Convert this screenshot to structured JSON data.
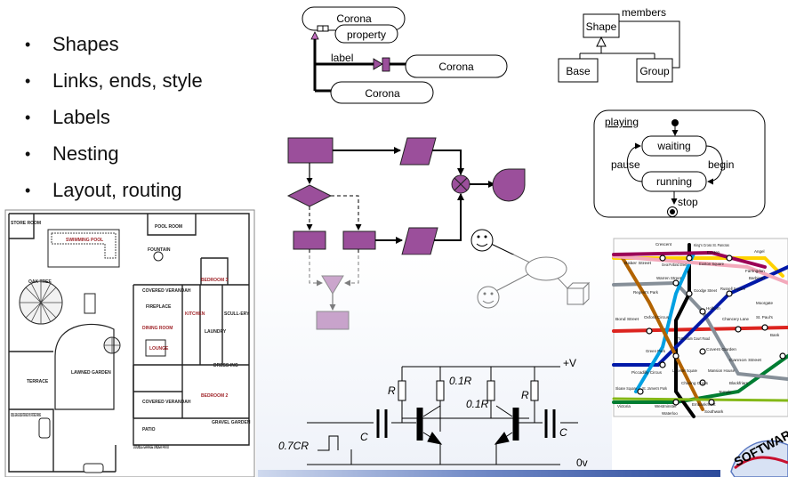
{
  "bullets": [
    "Shapes",
    "Links, ends, style",
    "Labels",
    "Nesting",
    "Layout, routing"
  ],
  "links_diagram": {
    "top_box": "Corona",
    "property": "property",
    "label": "label",
    "right_box": "Corona",
    "bottom_box": "Corona"
  },
  "uml": {
    "shape": "Shape",
    "members": "members",
    "base": "Base",
    "group": "Group"
  },
  "state_machine": {
    "title": "playing",
    "waiting": "waiting",
    "running": "running",
    "pause": "pause",
    "begin": "begin",
    "stop": "stop"
  },
  "circuit": {
    "r_left": "R",
    "r_mid1": "0.1R",
    "r_mid2": "0.1R",
    "r_right": "R",
    "vplus": "+V",
    "c_left": "C",
    "c_right": "C",
    "cr": "0.7CR",
    "zero": "0v"
  },
  "floorplan": {
    "store_room": "STORE ROOM",
    "swimming_pool": "SWIMMING POOL",
    "pool_room": "POOL ROOM",
    "fountain": "FOUNTAIN",
    "oak_tree": "OAK TREE",
    "covered_verandah": "COVERED VERANDAH",
    "bedroom_3": "BEDROOM 3",
    "fireplace": "FIREPLACE",
    "kitchen": "KITCHEN",
    "scullery": "SCULL-ERY",
    "dining_room": "DINING ROOM",
    "laundry": "LAUNDRY",
    "lounge": "LOUNGE",
    "dressing": "DRESS-ING",
    "terrace": "TERRACE",
    "lawned_garden": "LAWNED GARDEN",
    "bedroom_2": "BEDROOM 2",
    "covered_verandah_2": "COVERED VERANDAH",
    "gravel_garden": "GRAVEL GARDEN",
    "double_garage": "DOUBLE GARAGE UNDER TERRACE WITH OFFSTREET PARKING",
    "patio": "PATIO",
    "double_garage_patio": "DOUBLE GARAGE UNDER PATIO"
  },
  "tube_map": {
    "crescent": "Crescent",
    "kings_cross": "King's Cross St. Pancras",
    "baker_street": "Baker Street",
    "great_portland": "Great Portland Street",
    "euston": "Euston",
    "angel": "Angel",
    "euston_square": "Euston Square",
    "farringdon": "Farringdon",
    "barbican": "Barbican",
    "warren_street": "Warren Street",
    "goodge_street": "Goodge Street",
    "russell_square": "Russell Square",
    "regents_park": "Regent's Park",
    "moorgate": "Moorgate",
    "bond_street": "Bond Street",
    "oxford_circus": "Oxford Circus",
    "holborn": "Holborn",
    "tottenham": "Tottenham Court Road",
    "chancery_lane": "Chancery Lane",
    "st_pauls": "St. Paul's",
    "bank": "Bank",
    "covent_garden": "Covent Garden",
    "green_park": "Green Park",
    "leicester": "Leicester Square",
    "cannon_street": "Cannon Street",
    "piccadilly": "Piccadilly Circus",
    "mansion_house": "Mansion House",
    "sloane": "Sloane Square",
    "st_james": "St. James's Park",
    "charing_cross": "Charing Cross",
    "blackfriars": "Blackfriars",
    "temple": "Temple",
    "victoria": "Victoria",
    "westminster": "Westminster",
    "embankment": "Embankment",
    "waterloo": "Waterloo",
    "southwark": "Southwark"
  },
  "logo": {
    "text": "SOFTWARE"
  }
}
